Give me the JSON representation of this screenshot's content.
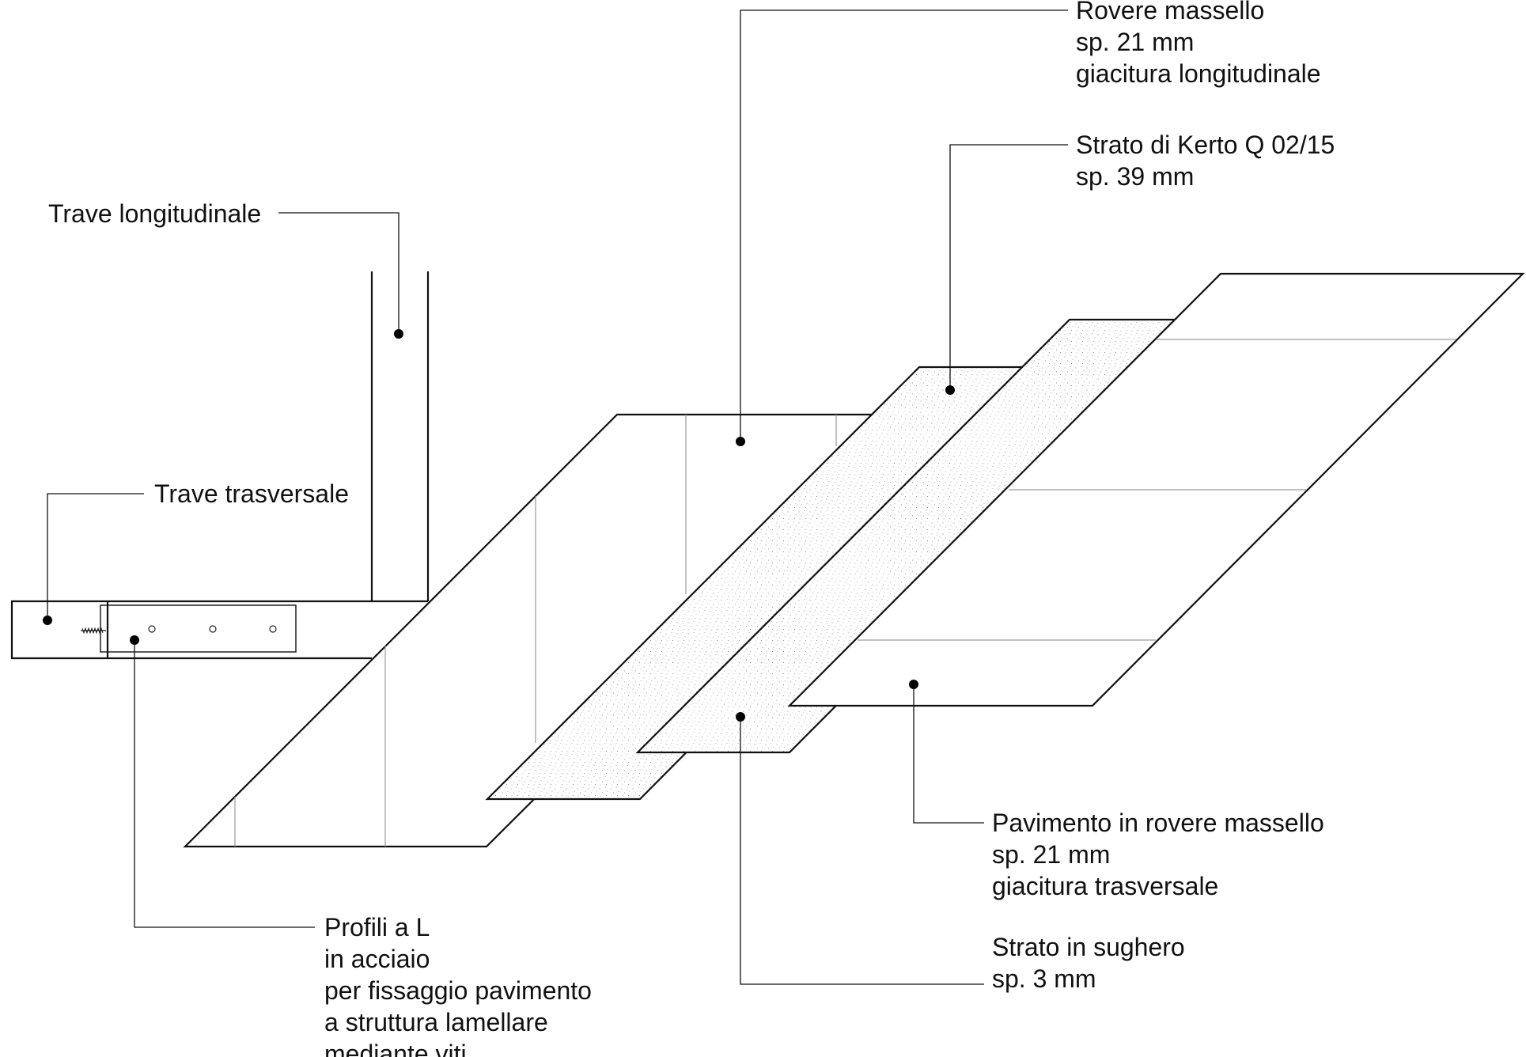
{
  "labels": {
    "rovere_longitudinale": {
      "lines": [
        "Rovere massello",
        "sp. 21 mm",
        "giacitura longitudinale"
      ]
    },
    "kerto": {
      "lines": [
        "Strato di Kerto Q 02/15",
        "sp. 39 mm"
      ]
    },
    "trave_longitudinale": {
      "lines": [
        "Trave longitudinale"
      ]
    },
    "trave_trasversale": {
      "lines": [
        "Trave trasversale"
      ]
    },
    "pavimento_trasversale": {
      "lines": [
        "Pavimento in rovere massello",
        "sp. 21 mm",
        "giacitura trasversale"
      ]
    },
    "sughero": {
      "lines": [
        "Strato in sughero",
        "sp. 3 mm"
      ]
    },
    "profili": {
      "lines": [
        "Profili a L",
        "in acciaio",
        "per fissaggio pavimento",
        "a struttura lamellare",
        "mediante viti"
      ]
    }
  }
}
